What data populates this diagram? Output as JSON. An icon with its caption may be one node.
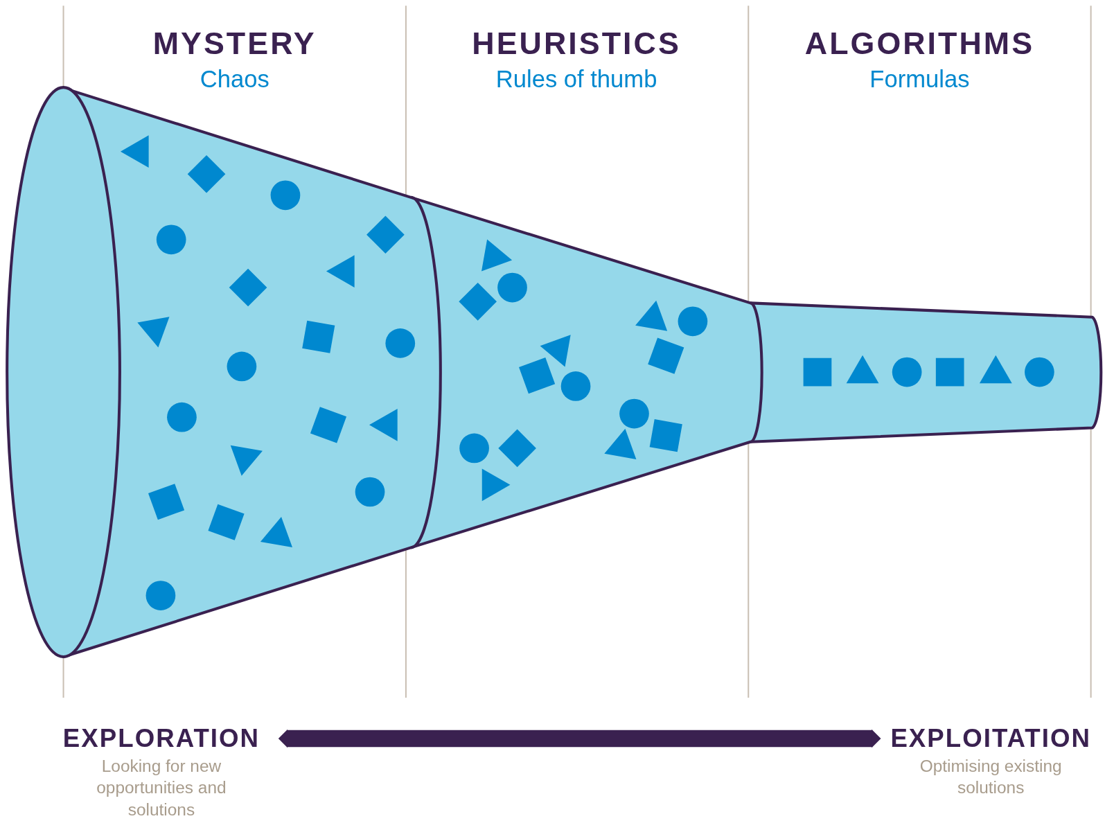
{
  "diagram": {
    "nodes": [
      {
        "text": [
          "EXPLORATION",
          "Looking for new opportunities and solutions"
        ]
      },
      {
        "text": [
          "EXPLOITATION",
          "Optimising existing solutions"
        ]
      }
    ],
    "edges": [
      {
        "from": 0,
        "to": 1,
        "arrow": "both"
      }
    ],
    "labels": [
      "MYSTERY",
      "Chaos",
      "HEURISTICS",
      "Rules of thumb",
      "ALGORITHMS",
      "Formulas"
    ]
  }
}
